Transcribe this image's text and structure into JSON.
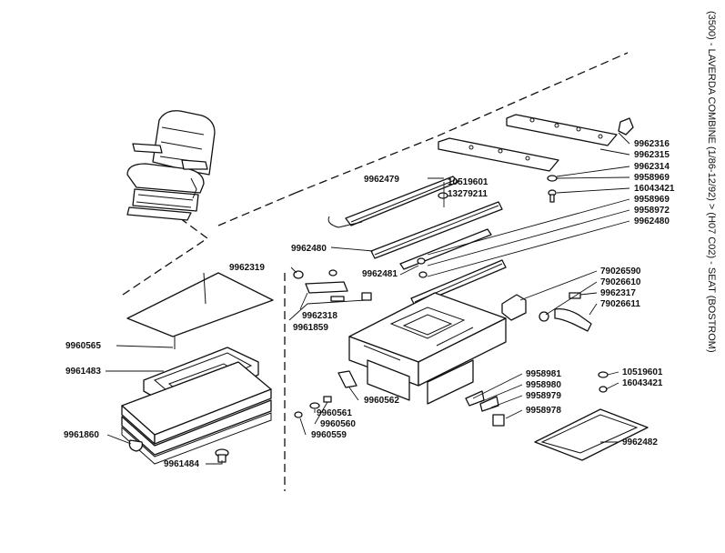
{
  "title": "(3500) - LAVERDA COMBINE (1/86-12/92) > (H07 C02) - SEAT (BOSTROM)",
  "part_labels": [
    "9962316",
    "9962315",
    "9962314",
    "9958969",
    "16043421",
    "9958969",
    "9958972",
    "9962480",
    "9962479",
    "10519601",
    "13279211",
    "9962480",
    "9962481",
    "9962319",
    "9962318",
    "9961859",
    "79026590",
    "79026610",
    "9962317",
    "79026611",
    "9960565",
    "9961483",
    "9958981",
    "9958980",
    "9958979",
    "9958978",
    "9960562",
    "9960561",
    "9960560",
    "9960559",
    "10519601",
    "16043421",
    "9962482",
    "9961860",
    "9961484"
  ]
}
